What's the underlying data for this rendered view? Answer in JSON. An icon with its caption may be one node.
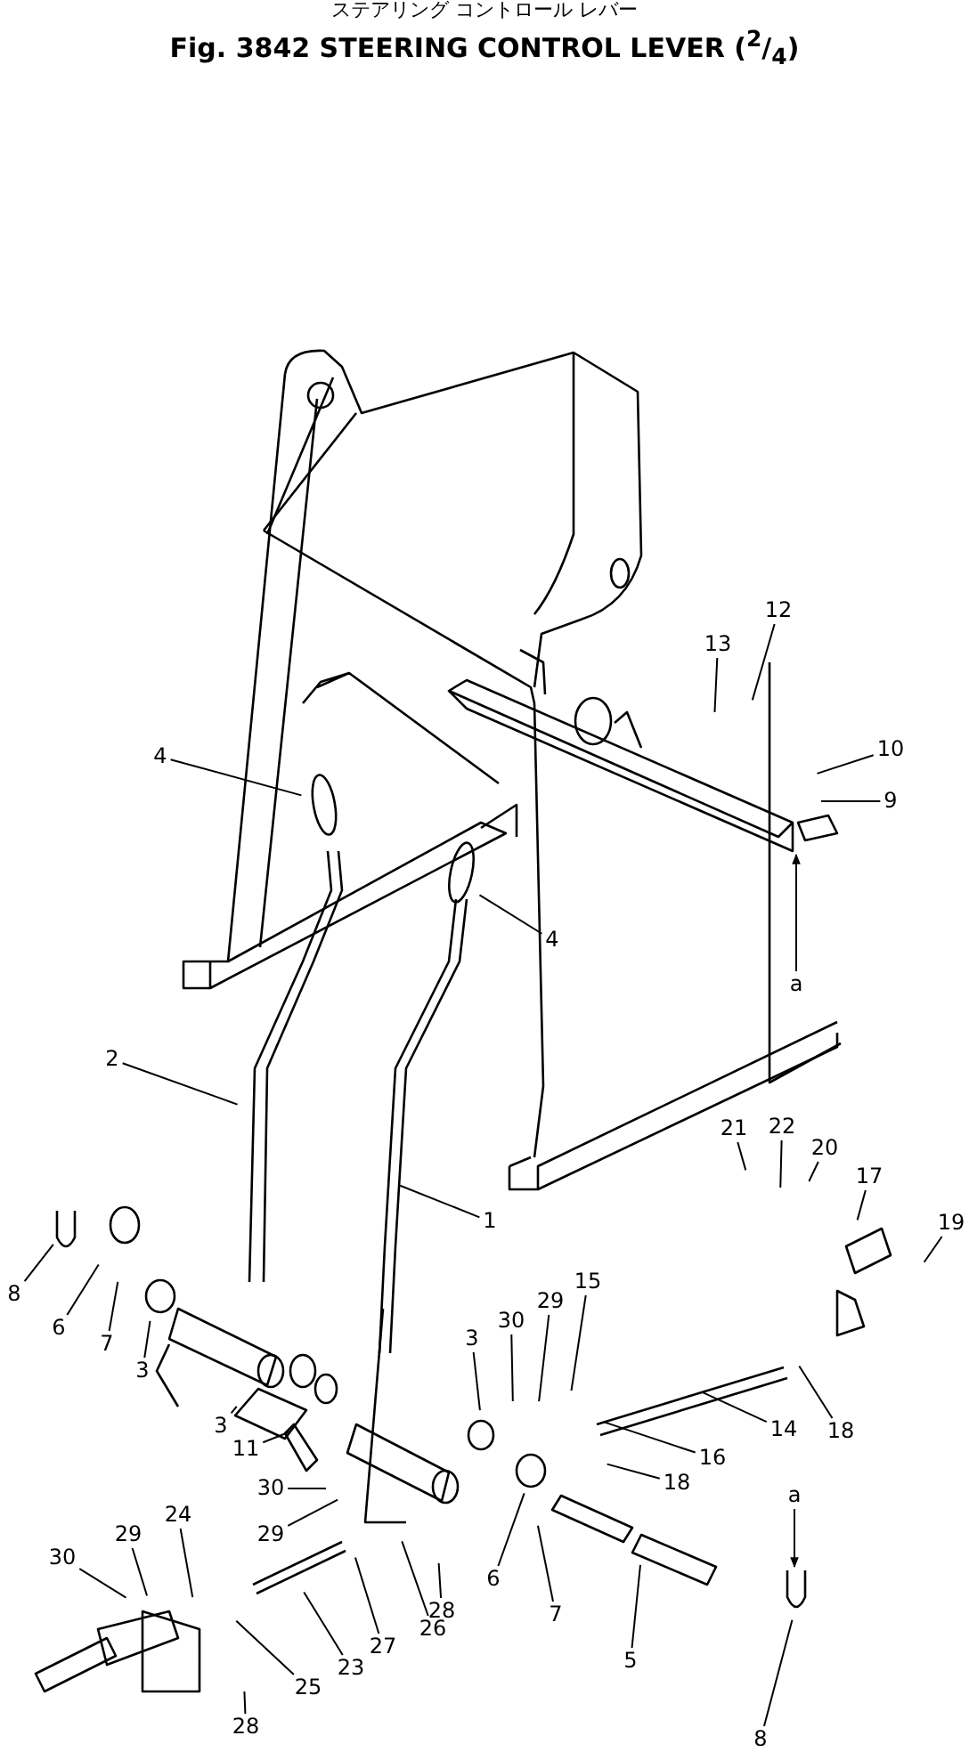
{
  "diagram": {
    "title": "Fig. 3842 STEERING CONTROL LEVER ($^{2}$/$_{4}$)",
    "nodes": [
      {
        "text": [
          "12"
        ]
      },
      {
        "text": [
          "13"
        ]
      },
      {
        "text": [
          "10"
        ]
      },
      {
        "text": [
          "4"
        ]
      },
      {
        "text": [
          "9"
        ]
      },
      {
        "text": [
          "4"
        ]
      },
      {
        "text": [
          "a"
        ]
      },
      {
        "text": [
          "2"
        ]
      },
      {
        "text": [
          "21"
        ]
      },
      {
        "text": [
          "22"
        ]
      },
      {
        "text": [
          "20"
        ]
      },
      {
        "text": [
          "17"
        ]
      },
      {
        "text": [
          "1"
        ]
      },
      {
        "text": [
          "19"
        ]
      },
      {
        "text": [
          "8"
        ]
      },
      {
        "text": [
          "29"
        ]
      },
      {
        "text": [
          "15"
        ]
      },
      {
        "text": [
          "30"
        ]
      },
      {
        "text": [
          "6"
        ]
      },
      {
        "text": [
          "3"
        ]
      },
      {
        "text": [
          "7"
        ]
      },
      {
        "text": [
          "3"
        ]
      },
      {
        "text": [
          "18"
        ]
      },
      {
        "text": [
          "3"
        ]
      },
      {
        "text": [
          "14"
        ]
      },
      {
        "text": [
          "11"
        ]
      },
      {
        "text": [
          "16"
        ]
      },
      {
        "text": [
          "18"
        ]
      },
      {
        "text": [
          "30"
        ]
      },
      {
        "text": [
          "a"
        ]
      },
      {
        "text": [
          "24"
        ]
      },
      {
        "text": [
          "29"
        ]
      },
      {
        "text": [
          "29"
        ]
      },
      {
        "text": [
          "30"
        ]
      },
      {
        "text": [
          "6"
        ]
      },
      {
        "text": [
          "28"
        ]
      },
      {
        "text": [
          "7"
        ]
      },
      {
        "text": [
          "26"
        ]
      },
      {
        "text": [
          "27"
        ]
      },
      {
        "text": [
          "5"
        ]
      },
      {
        "text": [
          "23"
        ]
      },
      {
        "text": [
          "25"
        ]
      },
      {
        "text": [
          "28"
        ]
      },
      {
        "text": [
          "8"
        ]
      }
    ],
    "edges": [
      {
        "from": 0,
        "to": null,
        "arrow": "none"
      },
      {
        "from": 1,
        "to": null,
        "arrow": "none"
      },
      {
        "from": 2,
        "to": null,
        "arrow": "none"
      },
      {
        "from": 3,
        "to": null,
        "arrow": "none"
      },
      {
        "from": 4,
        "to": null,
        "arrow": "none"
      },
      {
        "from": 5,
        "to": null,
        "arrow": "none"
      },
      {
        "from": 6,
        "to": null,
        "arrow": "to"
      },
      {
        "from": 7,
        "to": null,
        "arrow": "none"
      },
      {
        "from": 8,
        "to": null,
        "arrow": "none"
      },
      {
        "from": 9,
        "to": null,
        "arrow": "none"
      },
      {
        "from": 10,
        "to": null,
        "arrow": "none"
      },
      {
        "from": 11,
        "to": null,
        "arrow": "none"
      },
      {
        "from": 12,
        "to": null,
        "arrow": "none"
      },
      {
        "from": 13,
        "to": null,
        "arrow": "none"
      },
      {
        "from": 14,
        "to": null,
        "arrow": "none"
      },
      {
        "from": 15,
        "to": null,
        "arrow": "none"
      },
      {
        "from": 16,
        "to": null,
        "arrow": "none"
      },
      {
        "from": 17,
        "to": null,
        "arrow": "none"
      },
      {
        "from": 18,
        "to": null,
        "arrow": "none"
      },
      {
        "from": 19,
        "to": null,
        "arrow": "none"
      },
      {
        "from": 20,
        "to": null,
        "arrow": "none"
      },
      {
        "from": 21,
        "to": null,
        "arrow": "none"
      },
      {
        "from": 22,
        "to": null,
        "arrow": "none"
      },
      {
        "from": 23,
        "to": null,
        "arrow": "none"
      },
      {
        "from": 24,
        "to": null,
        "arrow": "none"
      },
      {
        "from": 25,
        "to": null,
        "arrow": "none"
      },
      {
        "from": 26,
        "to": null,
        "arrow": "none"
      },
      {
        "from": 27,
        "to": null,
        "arrow": "none"
      },
      {
        "from": 28,
        "to": null,
        "arrow": "none"
      },
      {
        "from": 29,
        "to": null,
        "arrow": "to"
      },
      {
        "from": 30,
        "to": null,
        "arrow": "none"
      },
      {
        "from": 31,
        "to": null,
        "arrow": "none"
      },
      {
        "from": 32,
        "to": null,
        "arrow": "none"
      },
      {
        "from": 33,
        "to": null,
        "arrow": "none"
      },
      {
        "from": 34,
        "to": null,
        "arrow": "none"
      },
      {
        "from": 35,
        "to": null,
        "arrow": "none"
      },
      {
        "from": 36,
        "to": null,
        "arrow": "none"
      },
      {
        "from": 37,
        "to": null,
        "arrow": "none"
      },
      {
        "from": 38,
        "to": null,
        "arrow": "none"
      },
      {
        "from": 39,
        "to": null,
        "arrow": "none"
      },
      {
        "from": 40,
        "to": null,
        "arrow": "none"
      },
      {
        "from": 41,
        "to": null,
        "arrow": "none"
      },
      {
        "from": 42,
        "to": null,
        "arrow": "none"
      },
      {
        "from": 43,
        "to": null,
        "arrow": "none"
      }
    ],
    "labels": [
      "ステアリング コントロール レバー"
    ]
  }
}
